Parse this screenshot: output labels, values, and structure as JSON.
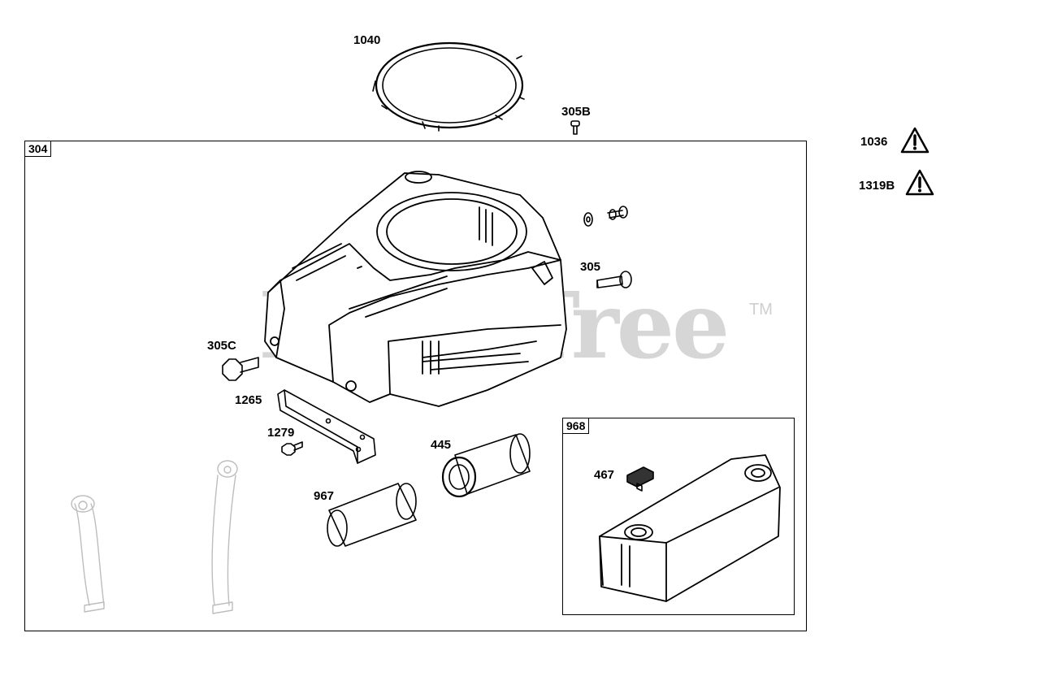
{
  "watermark": {
    "brand": "PartsTree",
    "trademark": "TM"
  },
  "boxes": {
    "main": "304",
    "sub": "968"
  },
  "callouts": {
    "p1040": "1040",
    "p305B": "305B",
    "p305": "305",
    "p305C": "305C",
    "p1265": "1265",
    "p1279": "1279",
    "p445": "445",
    "p967": "967",
    "p467": "467"
  },
  "warnings": [
    {
      "part": "1036",
      "icon": "warning-triangle-icon"
    },
    {
      "part": "1319B",
      "icon": "warning-triangle-icon"
    }
  ]
}
